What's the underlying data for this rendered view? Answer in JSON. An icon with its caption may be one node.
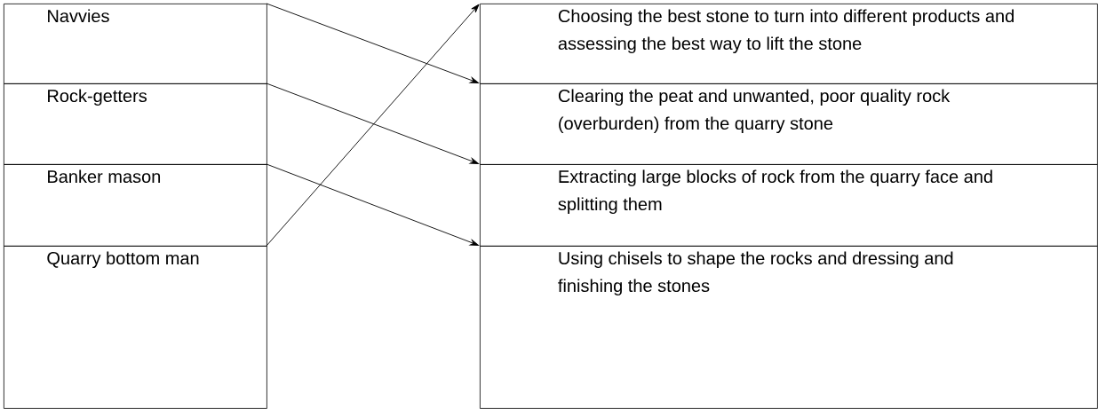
{
  "diagram": {
    "nodes": [
      {
        "text": [
          "Navvies"
        ]
      },
      {
        "text": [
          "Rock-getters"
        ]
      },
      {
        "text": [
          "Banker mason"
        ]
      },
      {
        "text": [
          "Quarry bottom man"
        ]
      },
      {
        "text": [
          "Choosing the best stone to turn into different products and assessing the best way to lift the stone"
        ]
      },
      {
        "text": [
          "Clearing the peat and unwanted, poor quality rock (overburden) from the quarry stone"
        ]
      },
      {
        "text": [
          "Extracting large blocks of rock from the quarry face and splitting them"
        ]
      },
      {
        "text": [
          "Using chisels to shape the rocks and dressing and finishing the stones"
        ]
      }
    ],
    "edges": [
      {
        "from": 0,
        "to": 5,
        "arrow": "to"
      },
      {
        "from": 1,
        "to": 6,
        "arrow": "to"
      },
      {
        "from": 2,
        "to": 7,
        "arrow": "to"
      },
      {
        "from": 3,
        "to": 4,
        "arrow": "to"
      }
    ]
  }
}
